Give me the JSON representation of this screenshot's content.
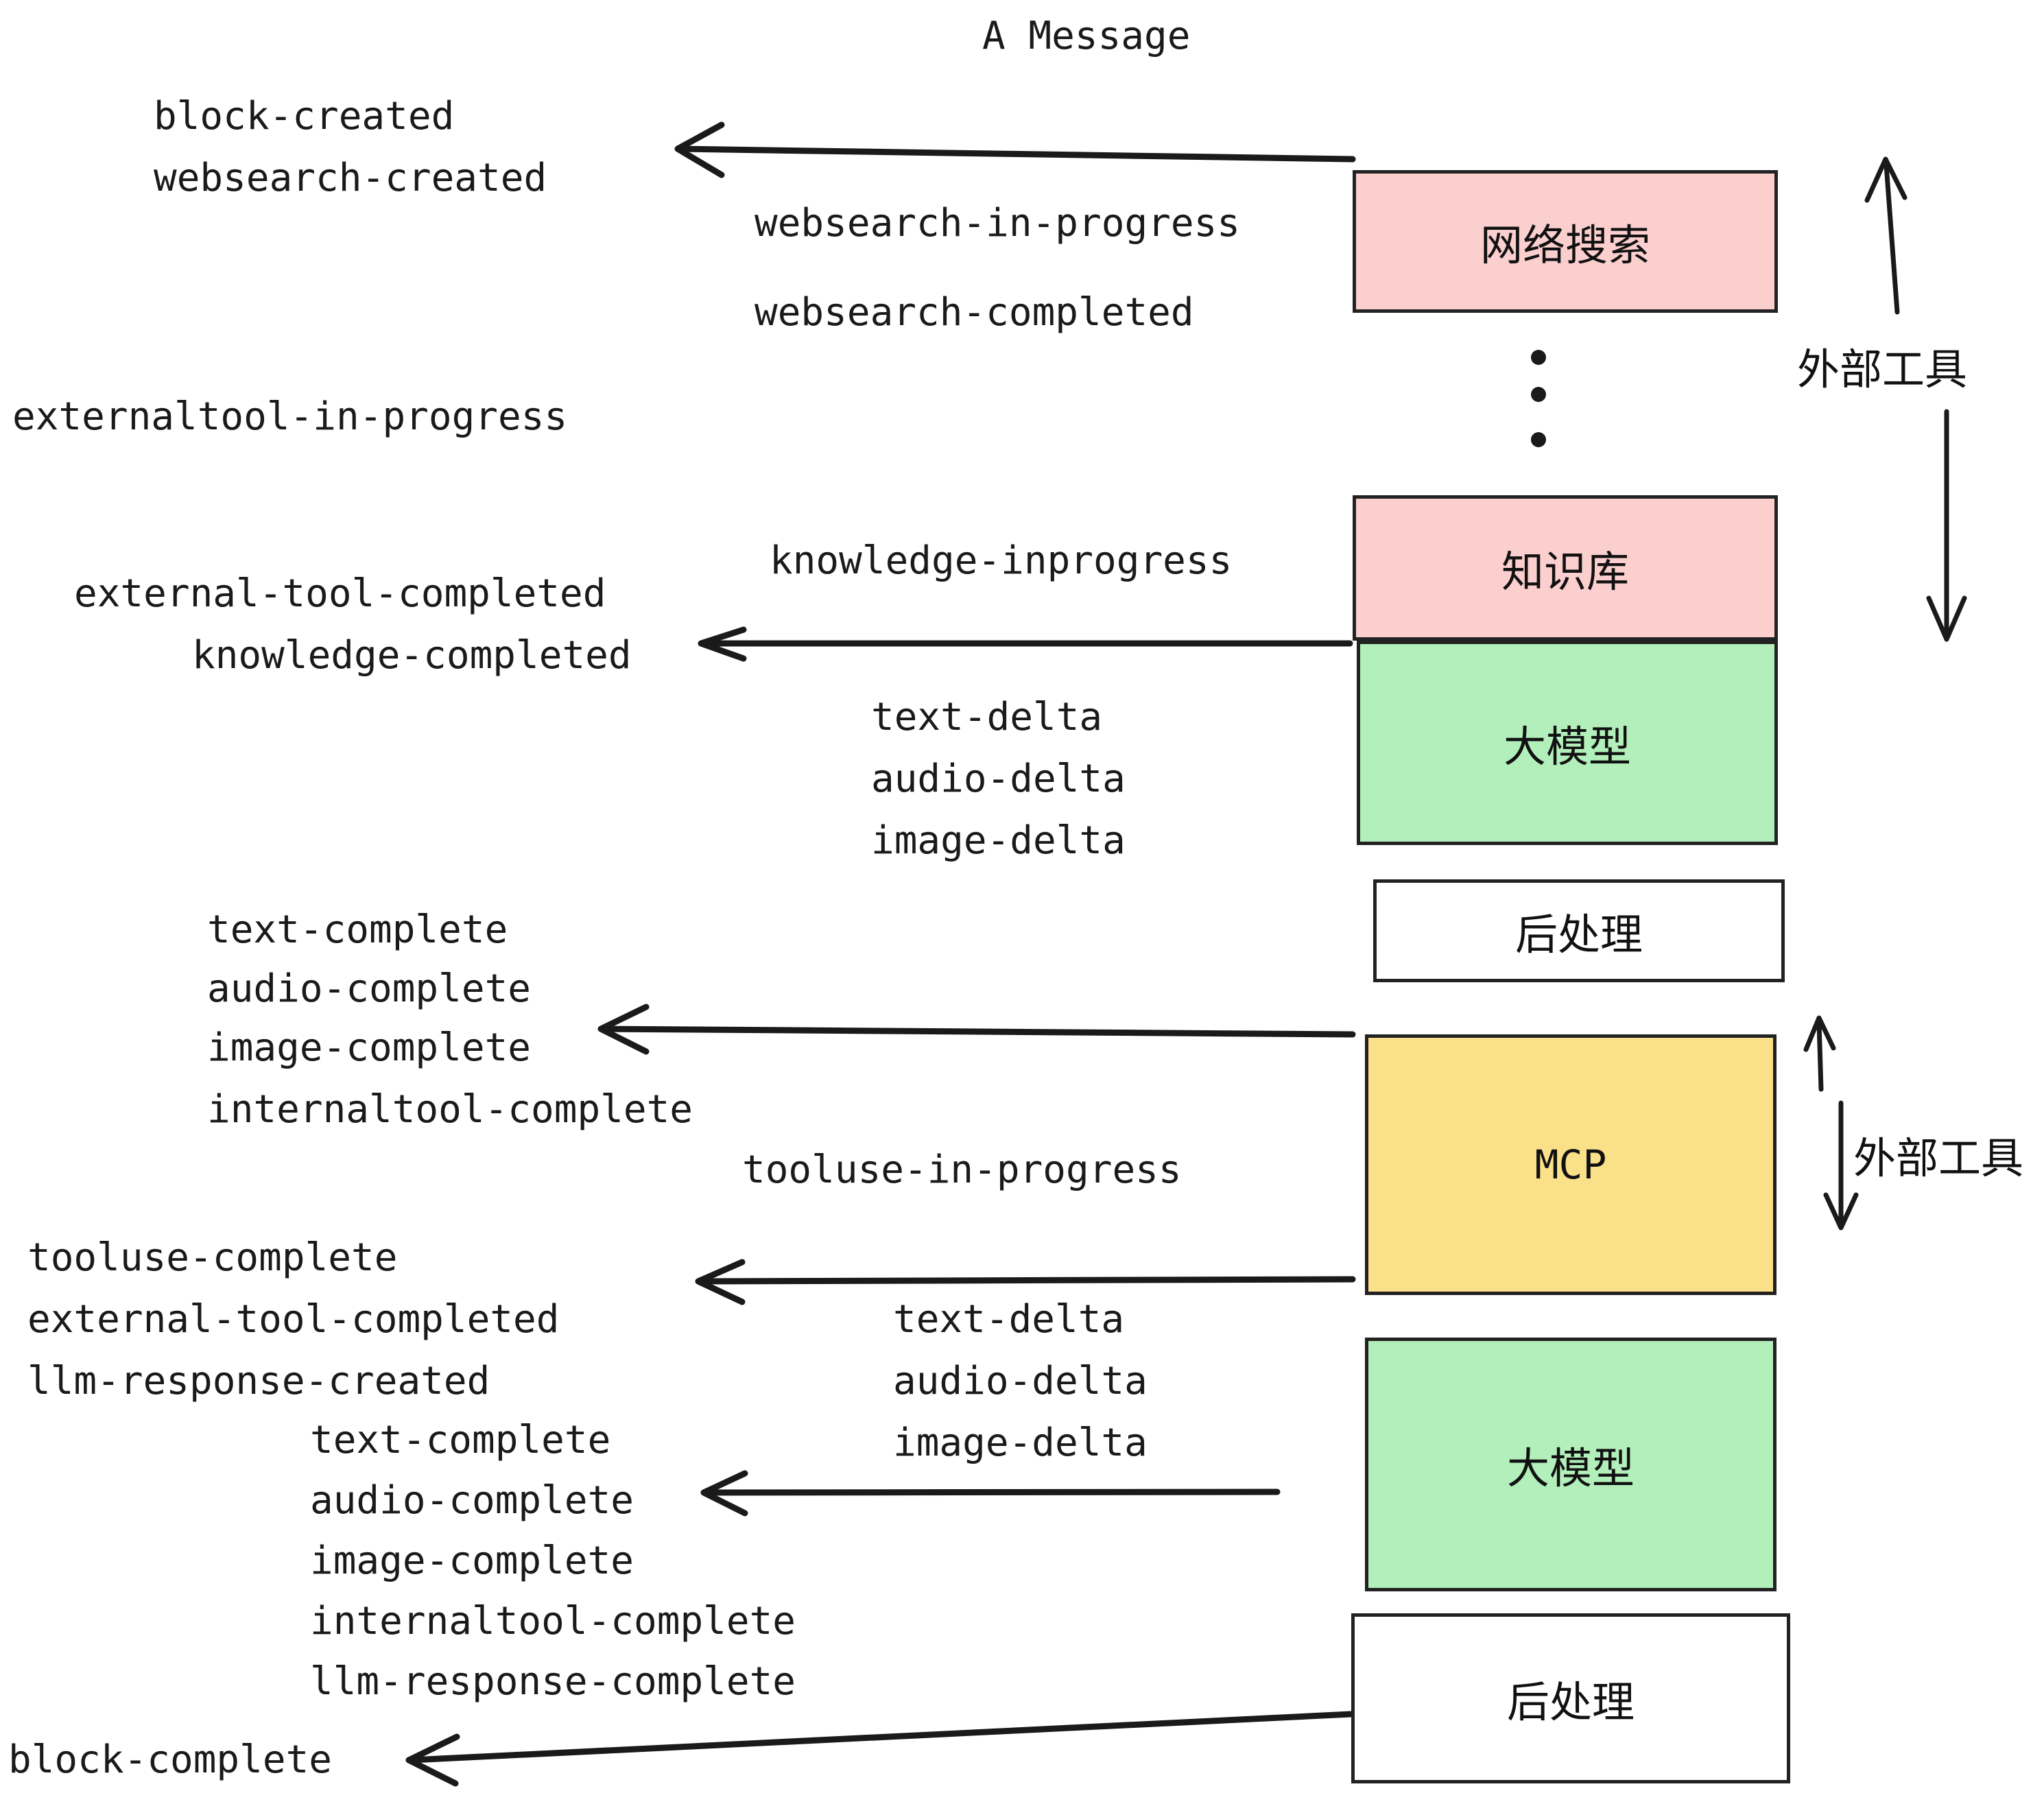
{
  "diagram": {
    "title": "A Message",
    "colors": {
      "external_tool_fill": "#fccfcf",
      "llm_fill": "#b2efba",
      "mcp_fill": "#fbe08a",
      "postprocess_fill": "#ffffff",
      "stroke": "#222222",
      "text": "#1a1a1a"
    },
    "nodes": [
      {
        "id": "websearch",
        "label": "网络搜索",
        "fill": "#fccfcf"
      },
      {
        "id": "knowledge",
        "label": "知识库",
        "fill": "#fccfcf"
      },
      {
        "id": "llm-1",
        "label": "大模型",
        "fill": "#b2efba"
      },
      {
        "id": "postprocess-1",
        "label": "后处理",
        "fill": "#ffffff"
      },
      {
        "id": "mcp",
        "label": "MCP",
        "fill": "#fbe08a"
      },
      {
        "id": "llm-2",
        "label": "大模型",
        "fill": "#b2efba"
      },
      {
        "id": "postprocess-2",
        "label": "后处理",
        "fill": "#ffffff"
      }
    ],
    "side_labels": [
      {
        "id": "external-tool-top",
        "label": "外部工具"
      },
      {
        "id": "external-tool-bottom",
        "label": "外部工具"
      }
    ],
    "events": {
      "block_created": "block-created",
      "websearch_created": "websearch-created",
      "websearch_in_progress": "websearch-in-progress",
      "websearch_completed": "websearch-completed",
      "externaltool_in_progress": "externaltool-in-progress",
      "knowledge_inprogress": "knowledge-inprogress",
      "external_tool_completed_1": "external-tool-completed",
      "knowledge_completed": "knowledge-completed",
      "text_delta_1": "text-delta",
      "audio_delta_1": "audio-delta",
      "image_delta_1": "image-delta",
      "text_complete_1": "text-complete",
      "audio_complete_1": "audio-complete",
      "image_complete_1": "image-complete",
      "internaltool_complete_1": "internaltool-complete",
      "tooluse_in_progress": "tooluse-in-progress",
      "tooluse_complete": "tooluse-complete",
      "external_tool_completed_2": "external-tool-completed",
      "llm_response_created": "llm-response-created",
      "text_delta_2": "text-delta",
      "audio_delta_2": "audio-delta",
      "image_delta_2": "image-delta",
      "text_complete_2": "text-complete",
      "audio_complete_2": "audio-complete",
      "image_complete_2": "image-complete",
      "internaltool_complete_2": "internaltool-complete",
      "llm_response_complete": "llm-response-complete",
      "block_complete": "block-complete"
    },
    "ellipsis_dots": 3
  }
}
